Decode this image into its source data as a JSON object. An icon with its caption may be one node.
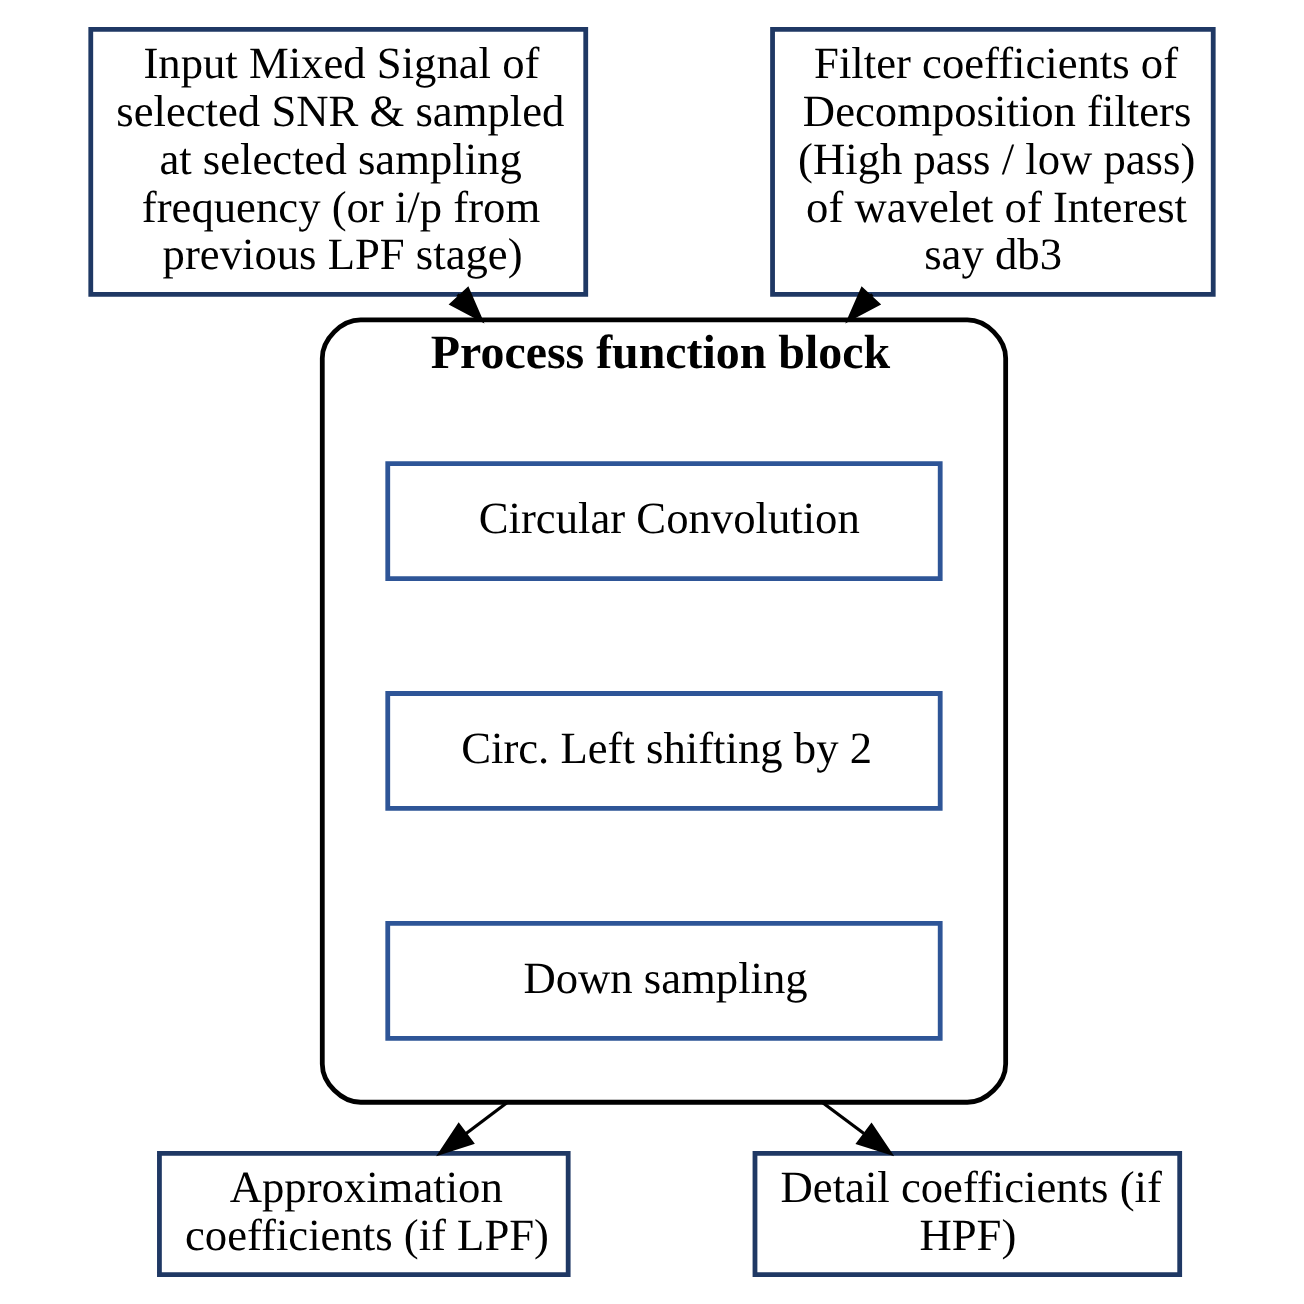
{
  "diagram": {
    "nodes": [
      {
        "text": [
          "Input Mixed Signal of selected SNR & sampled at selected sampling frequency (or i/p from previous LPF stage)"
        ]
      },
      {
        "text": [
          "Filter coefficients of Decomposition filters (High pass / low pass) of wavelet of Interest say db3"
        ]
      },
      {
        "text": [
          "Process function block"
        ]
      },
      {
        "text": [
          "Circular Convolution"
        ],
        "in": 2
      },
      {
        "text": [
          "Circ. Left shifting by 2"
        ],
        "in": 2
      },
      {
        "text": [
          "Down sampling"
        ],
        "in": 2
      },
      {
        "text": [
          "Approximation coefficients (if LPF)"
        ]
      },
      {
        "text": [
          "Detail coefficients (if HPF)"
        ]
      }
    ],
    "edges": [
      {
        "from": 0,
        "to": 2,
        "arrow": "to"
      },
      {
        "from": 1,
        "to": 2,
        "arrow": "to"
      },
      {
        "from": 2,
        "to": 6,
        "arrow": "to"
      },
      {
        "from": 2,
        "to": 7,
        "arrow": "to"
      }
    ]
  }
}
